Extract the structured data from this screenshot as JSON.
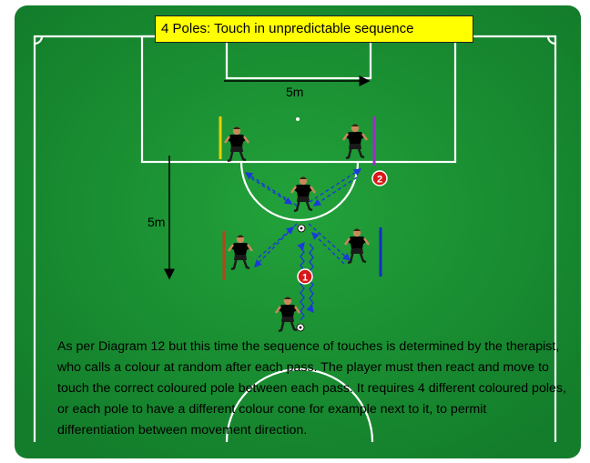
{
  "title": "4 Poles: Touch in unpredictable sequence",
  "dimensions": {
    "horizontal": "5m",
    "vertical": "5m"
  },
  "markers": [
    "1",
    "2"
  ],
  "poles": [
    {
      "position": "top-left",
      "color": "#e8d000"
    },
    {
      "position": "top-right",
      "color": "#9b30c8"
    },
    {
      "position": "bottom-left",
      "color": "#b5451b"
    },
    {
      "position": "bottom-right",
      "color": "#1030c0"
    }
  ],
  "colors": {
    "pitch": "#1e8f33",
    "pitch_dark": "#127a28",
    "lines": "#ffffff",
    "pass_arrow": "#1a3adb",
    "player_shirt": "#ffe81a",
    "therapist_shirt": "#33c8e8",
    "marker": "#d81818",
    "title_bg": "#ffff00"
  },
  "description": "As per Diagram 12 but this time the sequence of touches is determined by the therapist, who calls a colour at random after each pass. The player must then react and move to touch the correct coloured pole between each pass. It requires 4 different coloured poles, or each pole to have a different colour cone for example next to it, to permit differentiation between movement direction."
}
